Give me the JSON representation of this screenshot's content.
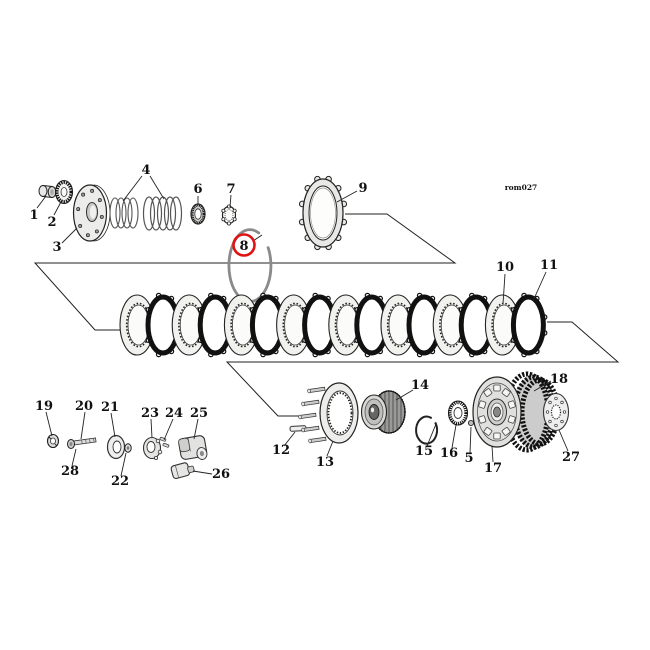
{
  "figure": {
    "watermark": "rom027",
    "highlighted_callout": "8",
    "colors": {
      "highlight": "#e01212",
      "line": "#222222"
    },
    "callouts": {
      "1": "1",
      "2": "2",
      "3": "3",
      "4": "4",
      "5": "5",
      "6": "6",
      "7": "7",
      "8": "8",
      "9": "9",
      "10": "10",
      "11": "11",
      "12": "12",
      "13": "13",
      "14": "14",
      "15": "15",
      "16": "16",
      "17": "17",
      "18": "18",
      "19": "19",
      "20": "20",
      "21": "21",
      "22": "22",
      "23": "23",
      "24": "24",
      "25": "25",
      "26": "26",
      "27": "27",
      "28": "28"
    }
  },
  "plate_stack": {
    "pairs": 8
  }
}
